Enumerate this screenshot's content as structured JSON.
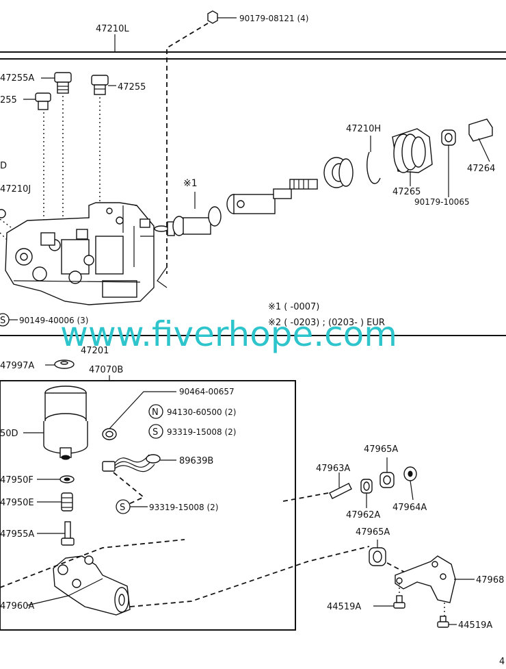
{
  "watermark": "www.fiverhope.com",
  "labels": {
    "assy_top": "47210L",
    "bolt_top": "90179-08121 (4)",
    "plug_a": "47255A",
    "plug_b": "47255",
    "plug_c": "255",
    "left_d": "D",
    "left_j": "47210J",
    "ref1": "※1",
    "ring_h": "47210H",
    "bracket_264": "47264",
    "boot_265": "47265",
    "nut_10065": "90179-10065",
    "screw_40006": "90149-40006 (3)",
    "note1": "※1 (        -0007)",
    "note2": "※2 (        -0203) ; (0203-          ) EUR",
    "part_201": "47201",
    "washer_997a": "47997A",
    "assy_070b": "47070B",
    "clip_00657": "90464-00657",
    "n_60500": "94130-60500 (2)",
    "s_15008a": "93319-15008 (2)",
    "harness_639b": "89639B",
    "s_15008b": "93319-15008 (2)",
    "pump_50d": "50D",
    "o_950f": "47950F",
    "valve_950e": "47950E",
    "bolt_955a": "47955A",
    "motor_960a": "47960A",
    "pin_963a": "47963A",
    "bush_965a": "47965A",
    "bush_962a": "47962A",
    "cap_964a": "47964A",
    "bush_965a2": "47965A",
    "bracket_968": "47968",
    "bolt_519a": "44519A",
    "bolt_519a2": "44519A",
    "page_no": "4"
  },
  "markers": {
    "s": "S",
    "n": "N"
  }
}
